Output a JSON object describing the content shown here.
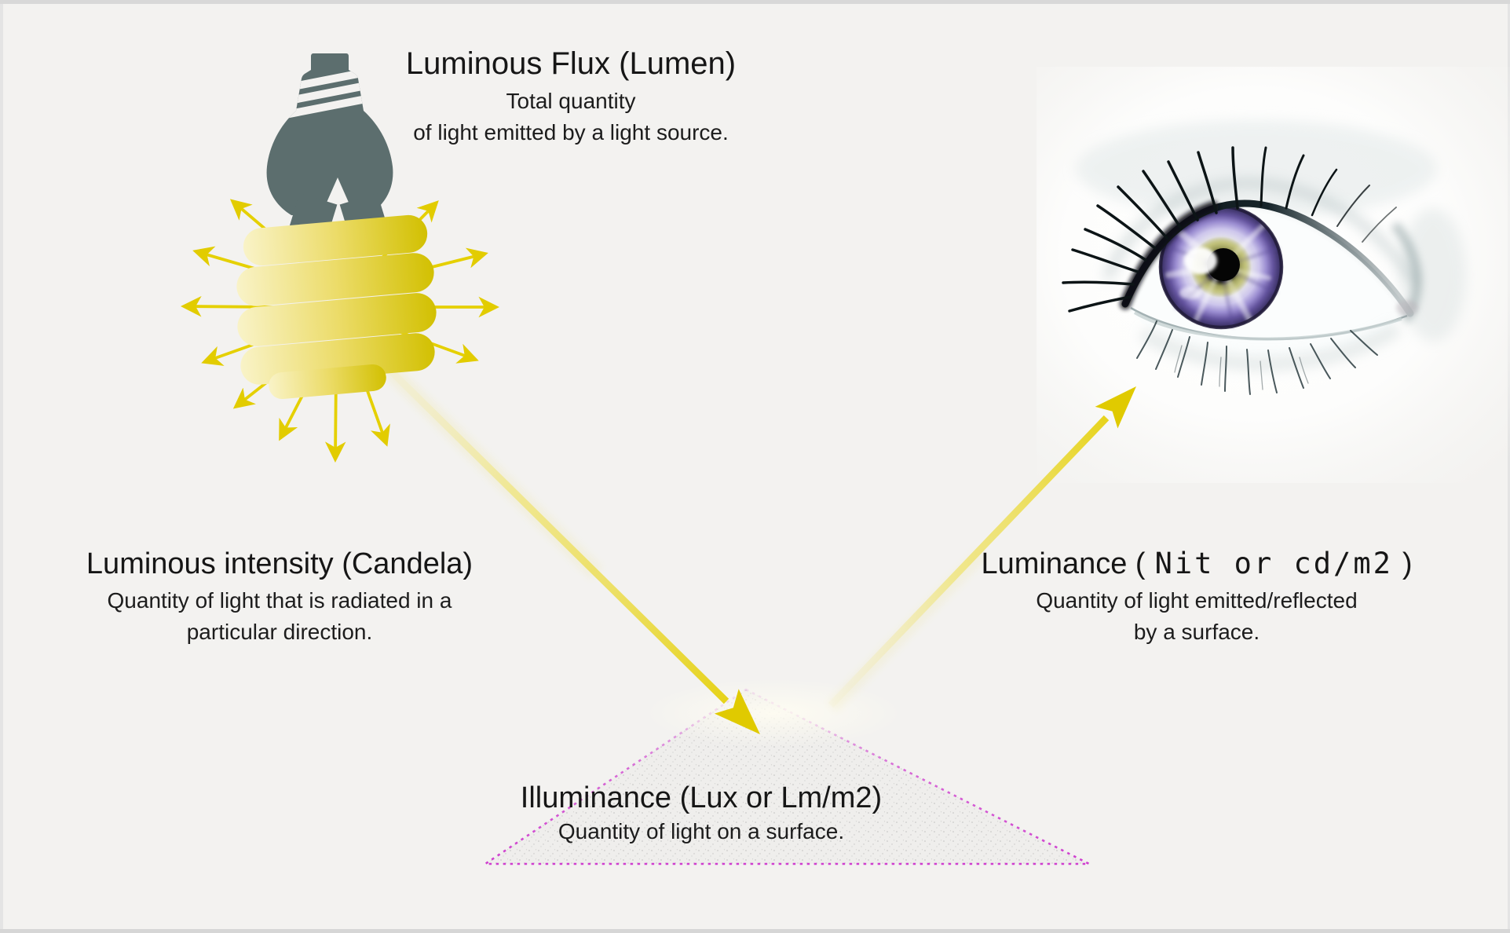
{
  "diagram": {
    "flux": {
      "title": "Luminous Flux (Lumen)",
      "line1": "Total quantity",
      "line2": "of light emitted by a light source."
    },
    "intensity": {
      "title": "Luminous intensity (Candela)",
      "line1": "Quantity of light that is radiated in a",
      "line2": "particular direction."
    },
    "luminance": {
      "title_prefix": "Luminance (",
      "title_unit": "Nit or cd/m2",
      "title_suffix": ")",
      "line1": "Quantity of light emitted/reflected",
      "line2": "by a surface."
    },
    "illuminance": {
      "title": "Illuminance (Lux or Lm/m2)",
      "line1": "Quantity of light on a surface."
    }
  },
  "icons": {
    "bulb": "cfl-bulb-icon",
    "eye": "eye-icon",
    "rays": "radiating-arrows-icon",
    "incident": "incident-ray-arrow",
    "reflected": "reflected-ray-arrow",
    "surface": "surface-triangle"
  },
  "colors": {
    "background": "#f3f2f0",
    "frame": "#d8d8d8",
    "text": "#161616",
    "arrow_yellow": "#e5d000",
    "arrowhead_yellow": "#e0ca00",
    "bulb_base_gray": "#5c6e6e",
    "spiral_light": "#f9f3c8",
    "spiral_dark": "#d2c001",
    "triangle_border_magenta": "#cf3ecf",
    "triangle_fill": "#efeeec",
    "iris_violet": "#5c4f96",
    "iris_green": "#b9b868"
  }
}
